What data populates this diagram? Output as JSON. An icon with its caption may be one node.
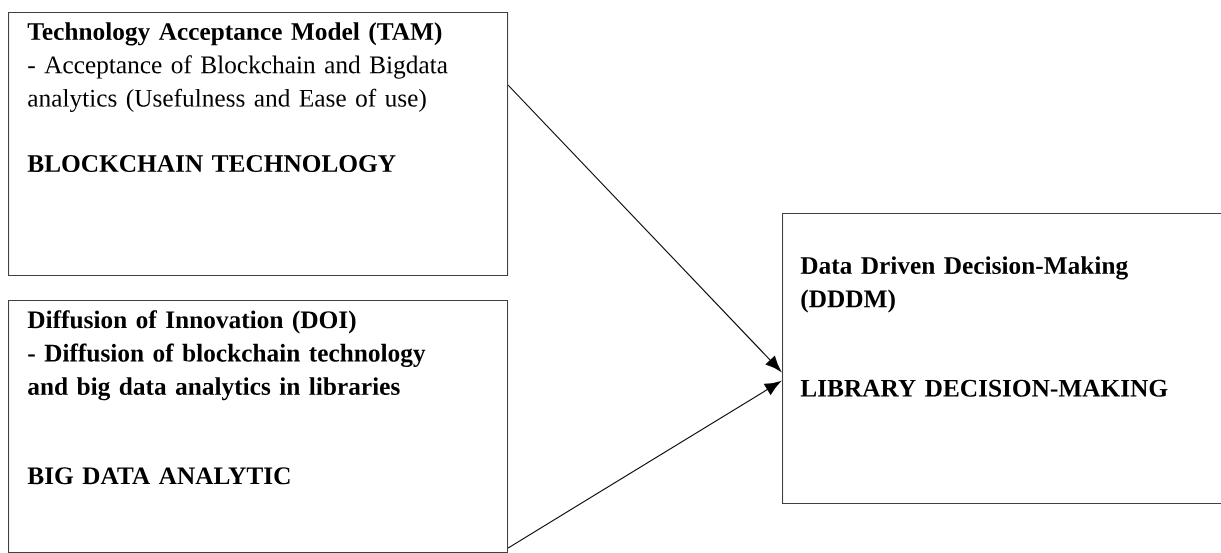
{
  "diagram": {
    "nodes": [
      {
        "text": [
          "Technology Acceptance Model (TAM)",
          "- Acceptance of Blockchain and Bigdata analytics (Usefulness and Ease of use)",
          "BLOCKCHAIN TECHNOLOGY"
        ]
      },
      {
        "text": [
          "Diffusion of Innovation (DOI)",
          "- Diffusion of blockchain technology and big data analytics in libraries",
          "BIG DATA ANALYTIC"
        ]
      },
      {
        "text": [
          "Data Driven Decision-Making (DDDM)",
          "LIBRARY DECISION-MAKING"
        ]
      }
    ],
    "edges": [
      {
        "from": 0,
        "to": 2,
        "arrow": "to"
      },
      {
        "from": 1,
        "to": 2,
        "arrow": "to"
      }
    ]
  }
}
